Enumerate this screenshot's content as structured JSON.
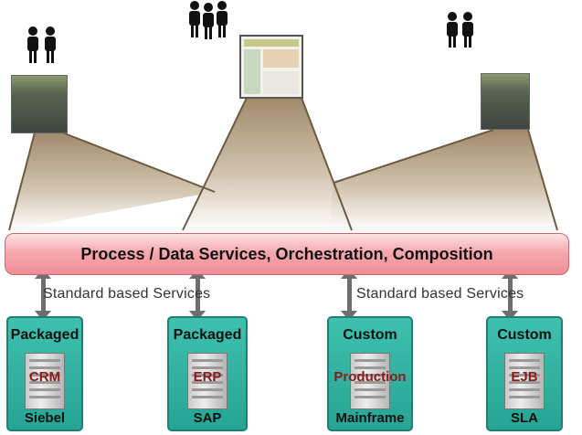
{
  "bar": {
    "title": "Process / Data Services, Orchestration, Composition"
  },
  "services": {
    "left_label": "Standard based Services",
    "right_label": "Standard based Services"
  },
  "systems": [
    {
      "top": "Packaged",
      "app": "CRM",
      "bottom": "Siebel"
    },
    {
      "top": "Packaged",
      "app": "ERP",
      "bottom": "SAP"
    },
    {
      "top": "Custom",
      "app": "Production",
      "bottom": "Mainframe"
    },
    {
      "top": "Custom",
      "app": "EJB",
      "bottom": "SLA"
    }
  ]
}
